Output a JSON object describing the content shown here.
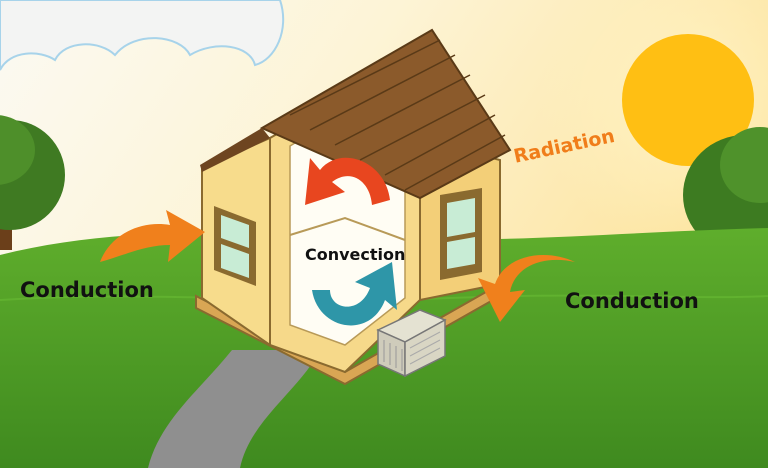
{
  "labels": {
    "conduction_left": "Conduction",
    "conduction_right": "Conduction",
    "convection": "Convection",
    "radiation": "Radiation"
  },
  "colors": {
    "sky_light": "#fdf8ea",
    "sky_warm": "#fde9a8",
    "sun": "#ffbf13",
    "grass": "#4f9a26",
    "house_wall": "#f7dc8c",
    "house_trim": "#8a6a2f",
    "roof": "#8b5a2b",
    "heat_arrow": "#f0801c",
    "convection_warm": "#e8461f",
    "convection_cool": "#2e96a8",
    "path": "#8f8f8f"
  },
  "icons": {
    "sun": "sun-icon",
    "cloud": "cloud-icon",
    "house": "house-icon",
    "air_conditioner": "air-conditioner-icon"
  }
}
